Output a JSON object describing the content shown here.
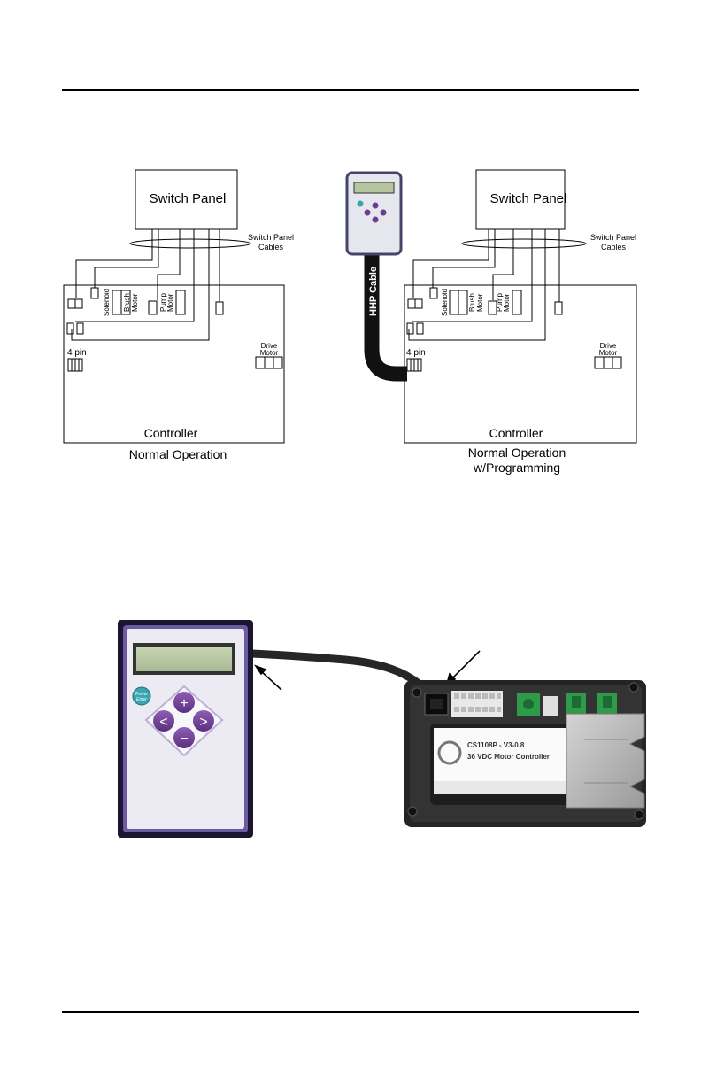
{
  "left_diagram": {
    "switch_panel": "Switch Panel",
    "cables": [
      "Switch Panel",
      "Cables"
    ],
    "solenoid": "Solenoid",
    "brush_motor": [
      "Brush",
      "Motor"
    ],
    "pump_motor": [
      "Pump",
      "Motor"
    ],
    "four_pin": "4 pin",
    "drive_motor": [
      "Drive",
      "Motor"
    ],
    "controller": "Controller",
    "caption": "Normal Operation"
  },
  "right_diagram": {
    "switch_panel": "Switch Panel",
    "cables": [
      "Switch Panel",
      "Cables"
    ],
    "hhp_cable": "HHP Cable",
    "solenoid": "Solenoid",
    "brush_motor": [
      "Brush",
      "Motor"
    ],
    "pump_motor": [
      "Pump",
      "Motor"
    ],
    "four_pin": "4 pin",
    "drive_motor": [
      "Drive",
      "Motor"
    ],
    "controller": "Controller",
    "caption": [
      "Normal Operation",
      "w/Programming"
    ]
  },
  "photo": {
    "programmer_keys": [
      "+",
      "<",
      ">",
      "−"
    ],
    "programmer_logo": [
      "Power",
      "Enter"
    ],
    "controller_label": [
      "CS1108P - V3-0.8",
      "36 VDC Motor Controller"
    ]
  },
  "colors": {
    "purple": "#6a3d8f",
    "programmer_border": "#3b2a6b",
    "controller_body": "#2b2b2b",
    "heatsink": "#b8b8b8",
    "connector_green": "#2e9b4a"
  }
}
